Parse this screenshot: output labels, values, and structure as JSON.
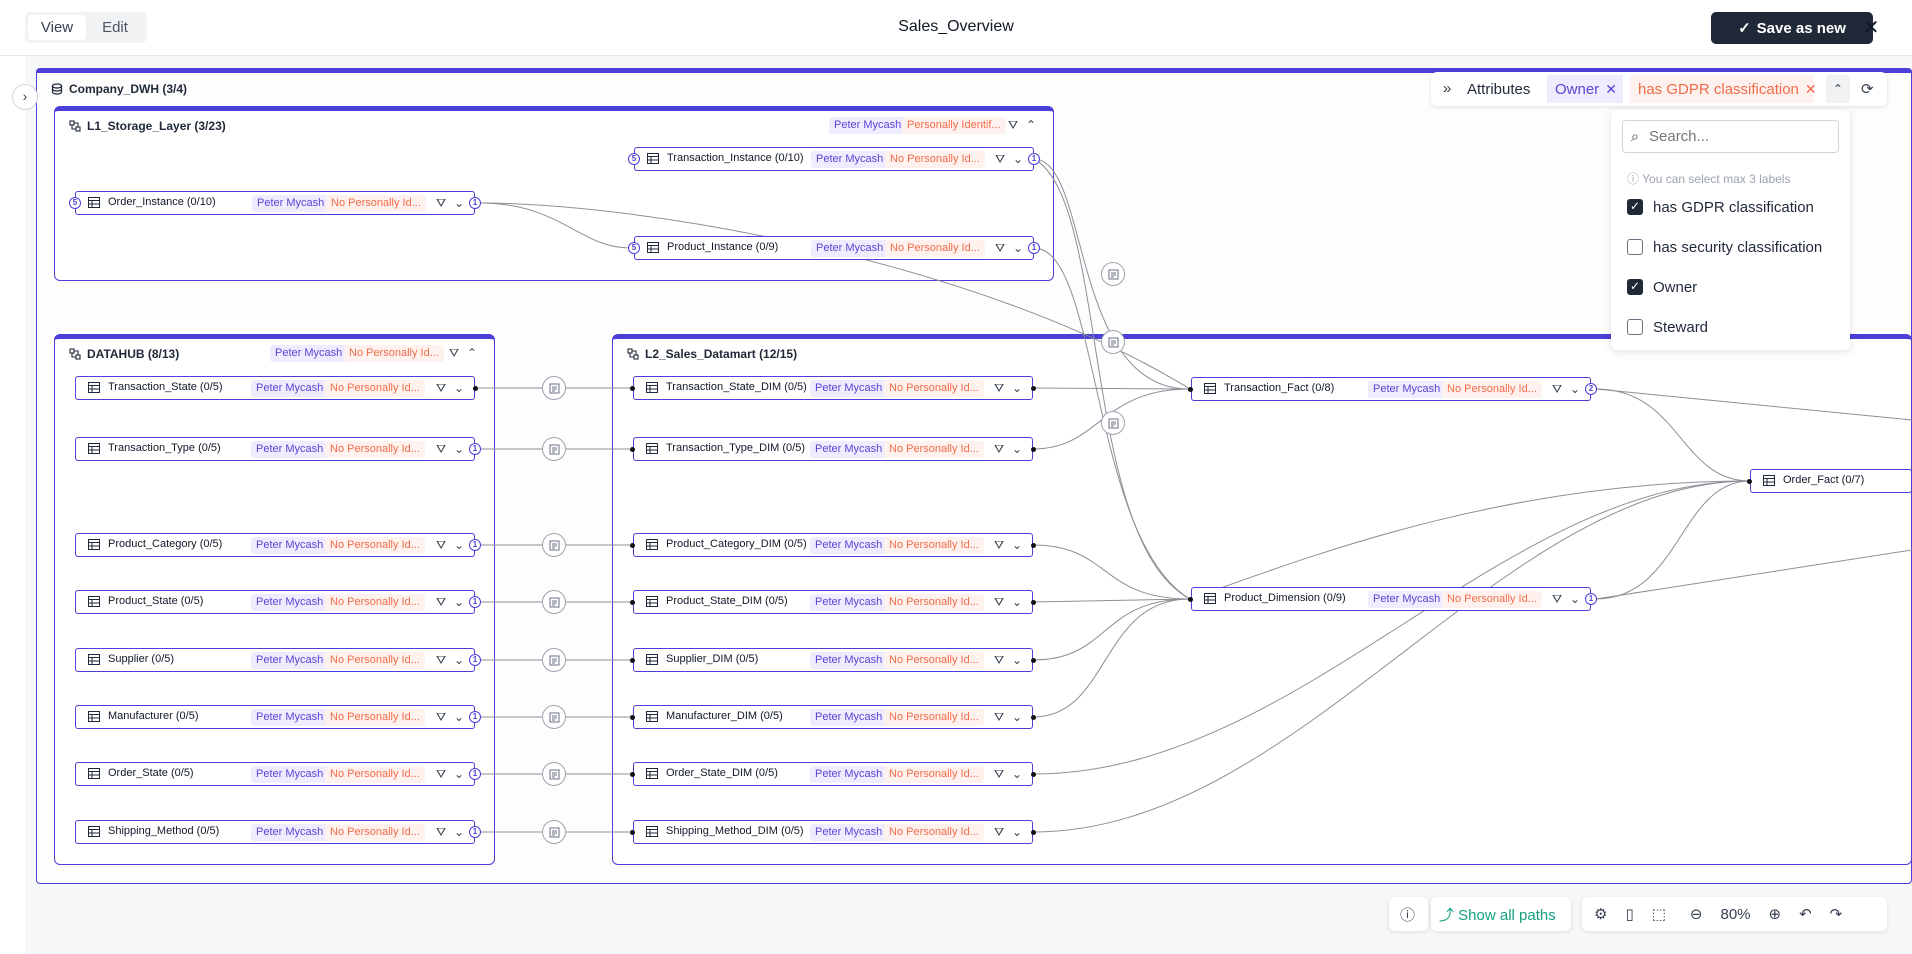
{
  "header": {
    "view_tab": "View",
    "edit_tab": "Edit",
    "title": "Sales_Overview",
    "save_label": "Save as new",
    "close_icon": "close-icon"
  },
  "colors": {
    "group_border": "#4c3ed9",
    "owner_tag_bg": "#eeecfe",
    "owner_tag_text": "#5b45d6",
    "gdpr_tag_bg": "#fff2ee",
    "gdpr_tag_text": "#f06c4a",
    "save_button_bg": "#1f2937",
    "show_paths_text": "#16a082"
  },
  "canvas": {
    "outer_group": {
      "title": "Company_DWH (3/4)"
    },
    "l1_group": {
      "title": "L1_Storage_Layer (3/23)",
      "owner": "Peter Mycash",
      "gdpr": "Personally Identif..."
    },
    "datahub_group": {
      "title": "DATAHUB (8/13)",
      "owner": "Peter Mycash",
      "gdpr": "No Personally Id..."
    },
    "l2_group": {
      "title": "L2_Sales_Datamart (12/15)"
    },
    "l1_nodes": [
      {
        "label": "Transaction_Instance (0/10)",
        "owner": "Peter Mycash",
        "gdpr": "No Personally Id...",
        "in_count": "5",
        "out_count": "1"
      },
      {
        "label": "Order_Instance (0/10)",
        "owner": "Peter Mycash",
        "gdpr": "No Personally Id...",
        "in_count": "5",
        "out_count": "1"
      },
      {
        "label": "Product_Instance (0/9)",
        "owner": "Peter Mycash",
        "gdpr": "No Personally Id...",
        "in_count": "5",
        "out_count": "1"
      }
    ],
    "datahub_nodes": [
      {
        "label": "Transaction_State (0/5)",
        "owner": "Peter Mycash",
        "gdpr": "No Personally Id...",
        "out_count": ""
      },
      {
        "label": "Transaction_Type (0/5)",
        "owner": "Peter Mycash",
        "gdpr": "No Personally Id...",
        "out_count": "1"
      },
      {
        "label": "Product_Category (0/5)",
        "owner": "Peter Mycash",
        "gdpr": "No Personally Id...",
        "out_count": "1"
      },
      {
        "label": "Product_State (0/5)",
        "owner": "Peter Mycash",
        "gdpr": "No Personally Id...",
        "out_count": "1"
      },
      {
        "label": "Supplier (0/5)",
        "owner": "Peter Mycash",
        "gdpr": "No Personally Id...",
        "out_count": "1"
      },
      {
        "label": "Manufacturer (0/5)",
        "owner": "Peter Mycash",
        "gdpr": "No Personally Id...",
        "out_count": "1"
      },
      {
        "label": "Order_State (0/5)",
        "owner": "Peter Mycash",
        "gdpr": "No Personally Id...",
        "out_count": "1"
      },
      {
        "label": "Shipping_Method (0/5)",
        "owner": "Peter Mycash",
        "gdpr": "No Personally Id...",
        "out_count": "1"
      }
    ],
    "l2_nodes": [
      {
        "label": "Transaction_State_DIM (0/5)",
        "owner": "Peter Mycash",
        "gdpr": "No Personally Id..."
      },
      {
        "label": "Transaction_Type_DIM (0/5)",
        "owner": "Peter Mycash",
        "gdpr": "No Personally Id..."
      },
      {
        "label": "Product_Category_DIM (0/5)",
        "owner": "Peter Mycash",
        "gdpr": "No Personally Id..."
      },
      {
        "label": "Product_State_DIM (0/5)",
        "owner": "Peter Mycash",
        "gdpr": "No Personally Id..."
      },
      {
        "label": "Supplier_DIM (0/5)",
        "owner": "Peter Mycash",
        "gdpr": "No Personally Id..."
      },
      {
        "label": "Manufacturer_DIM (0/5)",
        "owner": "Peter Mycash",
        "gdpr": "No Personally Id..."
      },
      {
        "label": "Order_State_DIM (0/5)",
        "owner": "Peter Mycash",
        "gdpr": "No Personally Id..."
      },
      {
        "label": "Shipping_Method_DIM (0/5)",
        "owner": "Peter Mycash",
        "gdpr": "No Personally Id..."
      }
    ],
    "fact_nodes": [
      {
        "label": "Transaction_Fact (0/8)",
        "owner": "Peter Mycash",
        "gdpr": "No Personally Id...",
        "out_count": "2"
      },
      {
        "label": "Product_Dimension (0/9)",
        "owner": "Peter Mycash",
        "gdpr": "No Personally Id...",
        "out_count": "1"
      },
      {
        "label": "Order_Fact (0/7)"
      }
    ]
  },
  "attributes": {
    "label": "Attributes",
    "chips": [
      {
        "label": "Owner"
      },
      {
        "label": "has GDPR classification"
      }
    ],
    "search_placeholder": "Search...",
    "hint": "You can select max 3 labels",
    "options": [
      {
        "label": "has GDPR classification",
        "checked": true
      },
      {
        "label": "has security classification",
        "checked": false
      },
      {
        "label": "Owner",
        "checked": true
      },
      {
        "label": "Steward",
        "checked": false
      }
    ]
  },
  "toolbar": {
    "show_all_paths": "Show all paths",
    "zoom": "80%"
  }
}
